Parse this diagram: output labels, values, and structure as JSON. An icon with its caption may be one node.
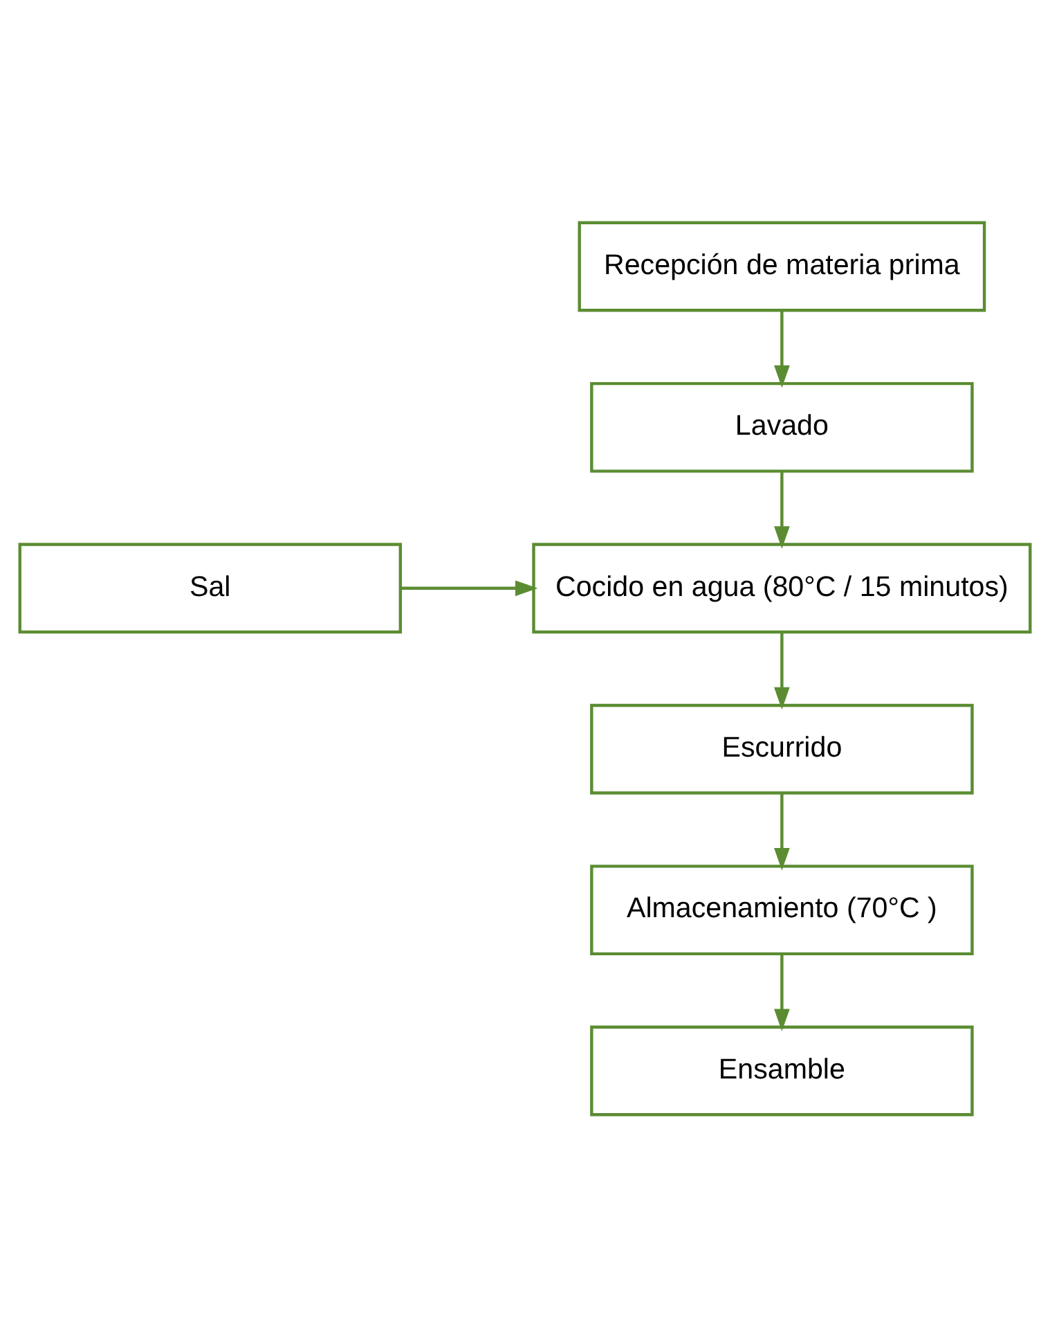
{
  "diagram": {
    "nodes": [
      {
        "text": [
          "Recepción de materia prima"
        ]
      },
      {
        "text": [
          "Lavado"
        ]
      },
      {
        "text": [
          "Sal"
        ]
      },
      {
        "text": [
          "Cocido en agua (80°C / 15 minutos)"
        ]
      },
      {
        "text": [
          "Escurrido"
        ]
      },
      {
        "text": [
          "Almacenamiento (70°C )"
        ]
      },
      {
        "text": [
          "Ensamble"
        ]
      }
    ],
    "edges": [
      {
        "from": 0,
        "to": 1,
        "arrow": "to"
      },
      {
        "from": 1,
        "to": 3,
        "arrow": "to"
      },
      {
        "from": 2,
        "to": 3,
        "arrow": "to"
      },
      {
        "from": 3,
        "to": 4,
        "arrow": "to"
      },
      {
        "from": 4,
        "to": 5,
        "arrow": "to"
      },
      {
        "from": 5,
        "to": 6,
        "arrow": "to"
      }
    ]
  }
}
